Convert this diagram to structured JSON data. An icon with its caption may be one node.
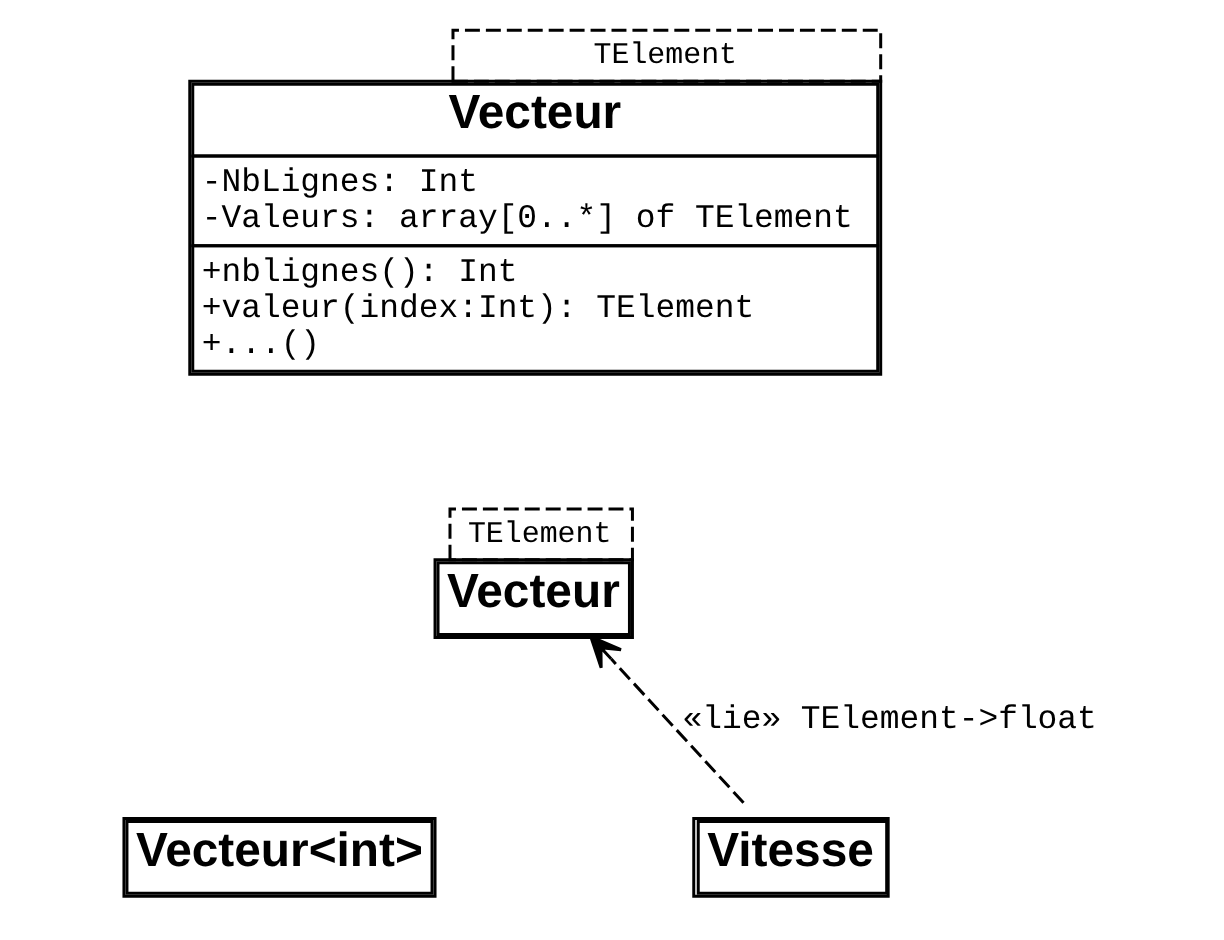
{
  "diagram": {
    "nodes": [
      {
        "text": [
          "Vecteur",
          "-NbLignes: Int",
          "-Valeurs: array[0..*] of TElement",
          "+nblignes(): Int",
          "+valeur(index:Int): TElement",
          "+...()"
        ],
        "beside": [
          "TElement"
        ]
      },
      {
        "text": [
          "Vecteur"
        ],
        "beside": [
          "TElement"
        ]
      },
      {
        "text": [
          "Vitesse"
        ]
      },
      {
        "text": [
          "Vecteur<int>"
        ]
      }
    ],
    "edges": [
      {
        "from": 2,
        "to": 1,
        "arrow": "to",
        "style": "dashed",
        "label": "«lie» TElement->float"
      }
    ]
  }
}
